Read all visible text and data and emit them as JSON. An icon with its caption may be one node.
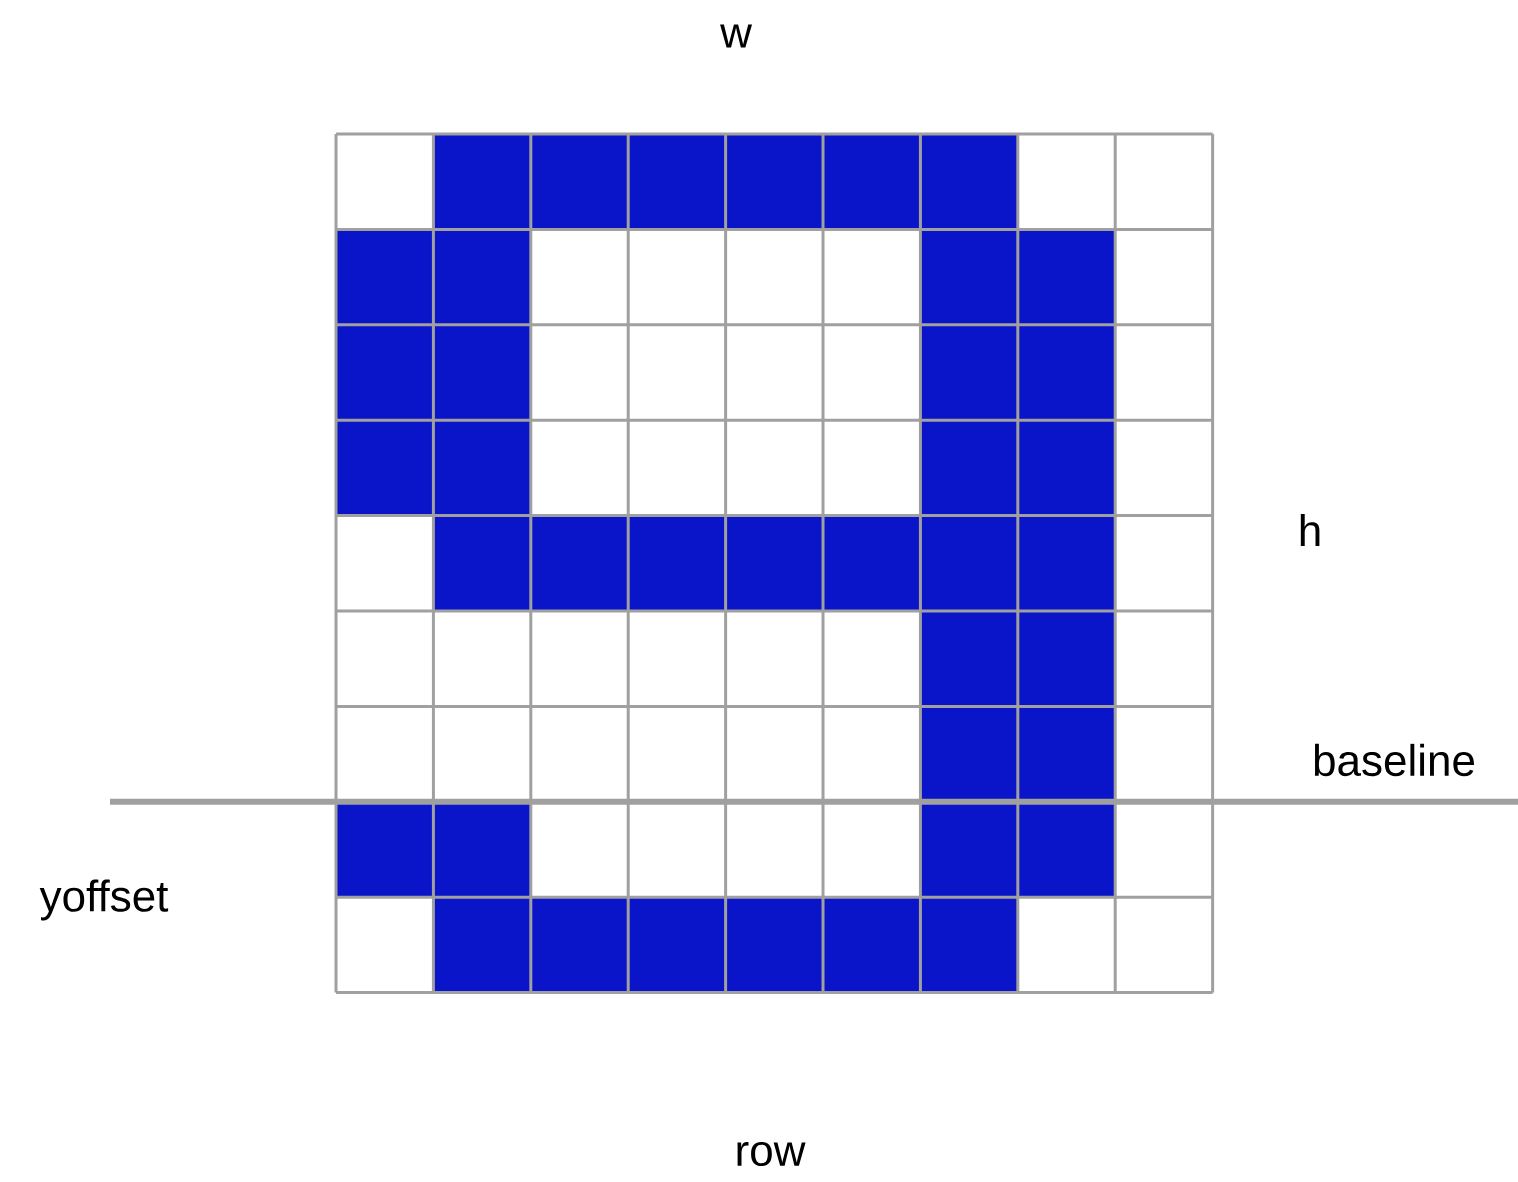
{
  "diagram": {
    "labels": [
      "w",
      "h",
      "baseline",
      "yoffset",
      "row"
    ]
  }
}
